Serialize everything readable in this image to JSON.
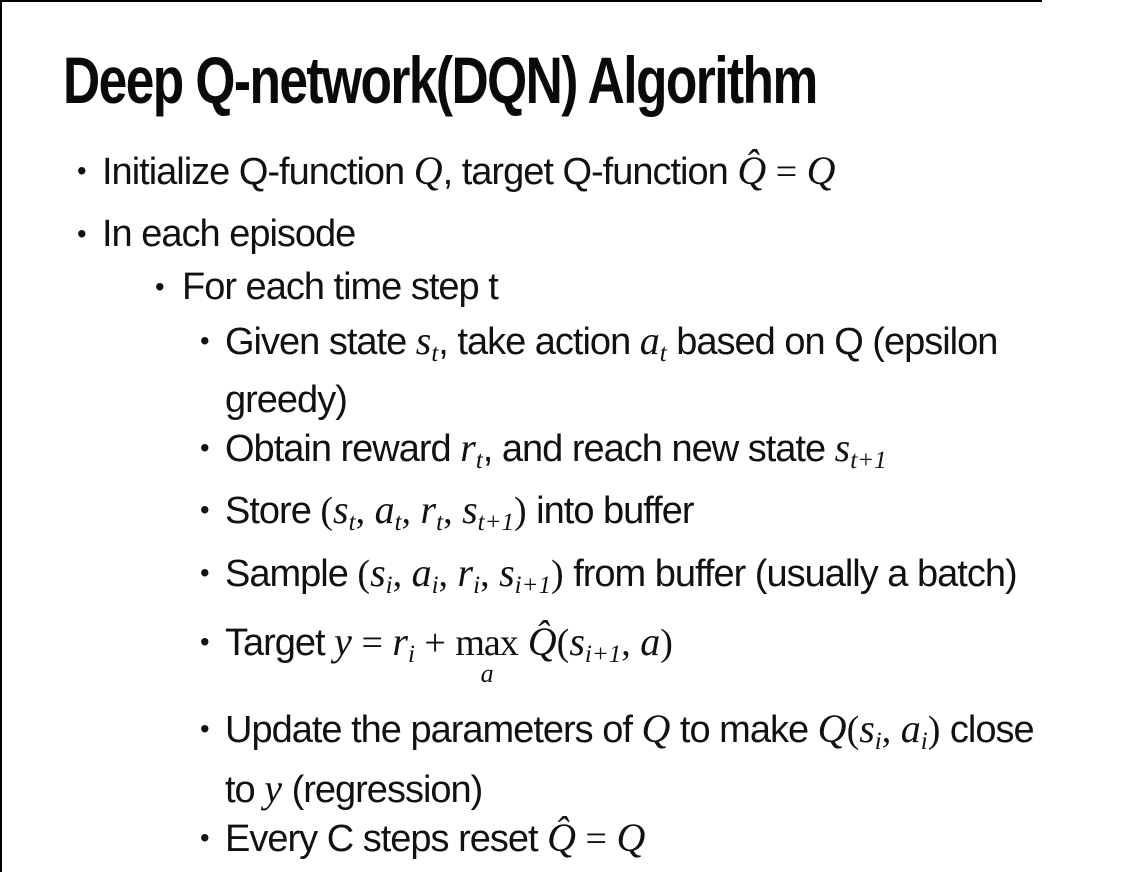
{
  "ui": {
    "bullet_char": "•"
  },
  "slide": {
    "title": "Deep Q-network(DQN) Algorithm",
    "bullets": [
      {
        "level": 1,
        "parts": [
          {
            "t": "Initialize Q-function "
          },
          {
            "m": "Q"
          },
          {
            "t": ", target Q-function "
          },
          {
            "m": "Q̂"
          },
          {
            "p": " = "
          },
          {
            "m": "Q"
          }
        ]
      },
      {
        "level": 1,
        "parts": [
          {
            "t": "In each episode"
          }
        ]
      },
      {
        "level": 2,
        "parts": [
          {
            "t": "For each time step t"
          }
        ]
      },
      {
        "level": 3,
        "parts": [
          {
            "t": "Given state "
          },
          {
            "m": "s"
          },
          {
            "sb": "t"
          },
          {
            "t": ", take action "
          },
          {
            "m": "a"
          },
          {
            "sb": "t"
          },
          {
            "t": " based on Q (epsilon"
          },
          {
            "br": true
          },
          {
            "t": "greedy)"
          }
        ]
      },
      {
        "level": 3,
        "parts": [
          {
            "t": "Obtain reward "
          },
          {
            "m": "r"
          },
          {
            "sb": "t"
          },
          {
            "t": ", and reach new state "
          },
          {
            "m": "s"
          },
          {
            "sb": "t+1"
          }
        ]
      },
      {
        "level": 3,
        "parts": [
          {
            "t": "Store "
          },
          {
            "p": "("
          },
          {
            "m": "s"
          },
          {
            "sb": "t"
          },
          {
            "p": ", "
          },
          {
            "m": "a"
          },
          {
            "sb": "t"
          },
          {
            "p": ", "
          },
          {
            "m": "r"
          },
          {
            "sb": "t"
          },
          {
            "p": ", "
          },
          {
            "m": "s"
          },
          {
            "sb": "t+1"
          },
          {
            "p": ")"
          },
          {
            "t": " into buffer"
          }
        ]
      },
      {
        "level": 3,
        "parts": [
          {
            "t": "Sample "
          },
          {
            "p": "("
          },
          {
            "m": "s"
          },
          {
            "sb": "i"
          },
          {
            "p": ", "
          },
          {
            "m": "a"
          },
          {
            "sb": "i"
          },
          {
            "p": ", "
          },
          {
            "m": "r"
          },
          {
            "sb": "i"
          },
          {
            "p": ", "
          },
          {
            "m": "s"
          },
          {
            "sb": "i+1"
          },
          {
            "p": ")"
          },
          {
            "t": " from buffer (usually a batch)"
          }
        ]
      },
      {
        "level": 3,
        "parts": [
          {
            "t": "Target "
          },
          {
            "m": "y"
          },
          {
            "p": " = "
          },
          {
            "m": "r"
          },
          {
            "sb": "i"
          },
          {
            "p": " + "
          },
          {
            "mx": {
              "top": "max",
              "sub": "a"
            }
          },
          {
            "m": " Q̂"
          },
          {
            "p": "("
          },
          {
            "m": "s"
          },
          {
            "sb": "i+1"
          },
          {
            "p": ", "
          },
          {
            "m": "a"
          },
          {
            "p": ")"
          }
        ]
      },
      {
        "level": 3,
        "parts": [
          {
            "t": "Update the parameters of "
          },
          {
            "m": "Q"
          },
          {
            "t": " to make "
          },
          {
            "m": "Q"
          },
          {
            "p": "("
          },
          {
            "m": "s"
          },
          {
            "sb": "i"
          },
          {
            "p": ", "
          },
          {
            "m": "a"
          },
          {
            "sb": "i"
          },
          {
            "p": ")"
          },
          {
            "t": " close"
          },
          {
            "br": true
          },
          {
            "t": "to "
          },
          {
            "m": "y"
          },
          {
            "t": " (regression)"
          }
        ]
      },
      {
        "level": 3,
        "parts": [
          {
            "t": "Every C steps reset "
          },
          {
            "m": "Q̂"
          },
          {
            "p": " = "
          },
          {
            "m": "Q"
          }
        ]
      }
    ]
  }
}
